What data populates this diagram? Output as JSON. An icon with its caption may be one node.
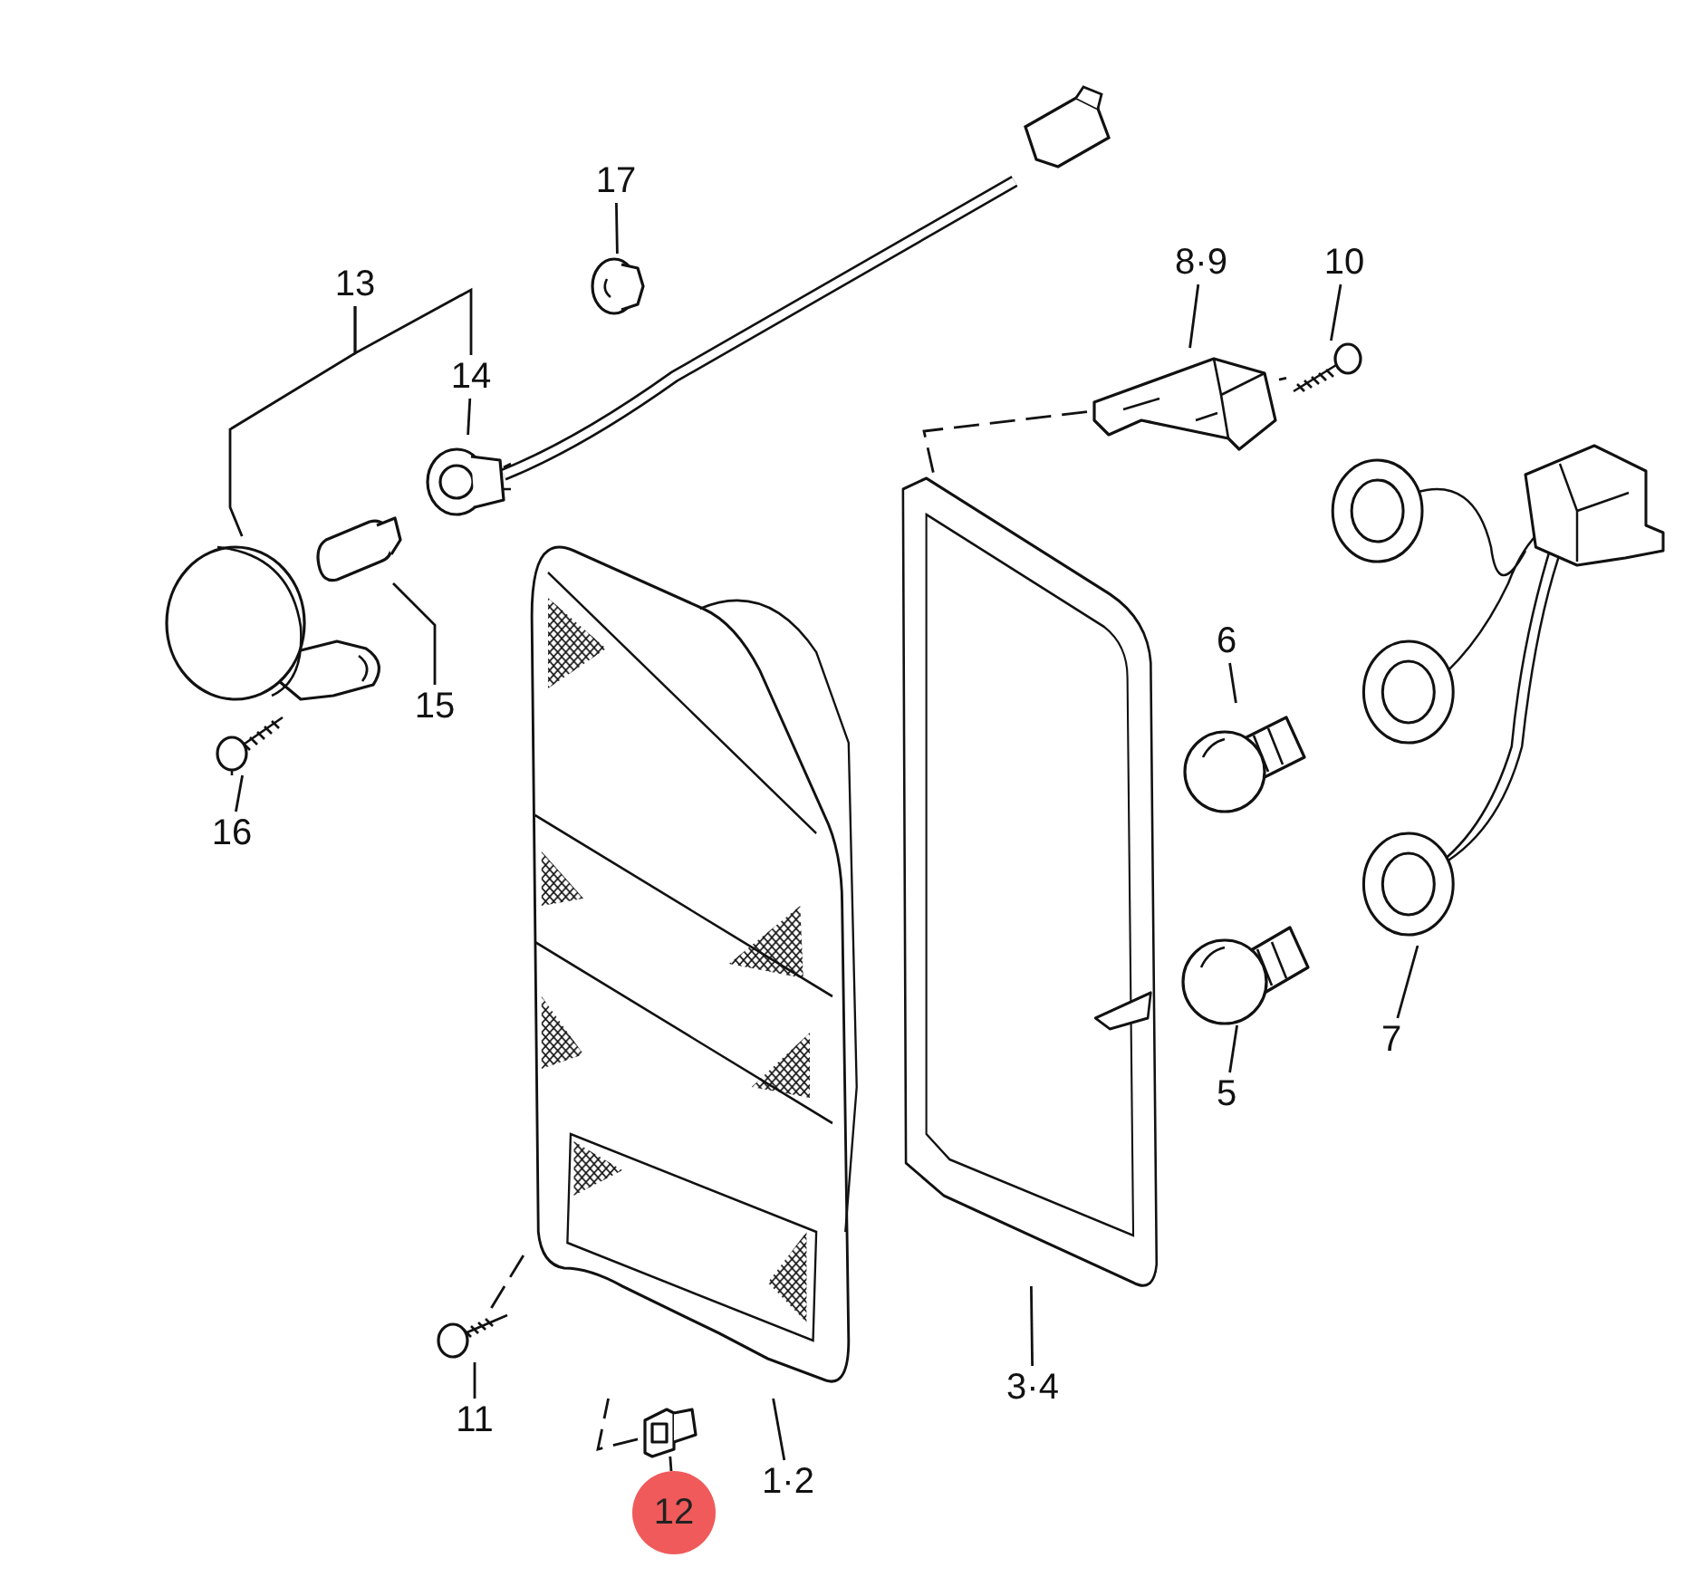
{
  "diagram": {
    "nodes": [
      {
        "text": [
          "17"
        ]
      },
      {
        "text": [
          "13"
        ]
      },
      {
        "text": [
          "8·9"
        ]
      },
      {
        "text": [
          "10"
        ]
      },
      {
        "text": [
          "14"
        ]
      },
      {
        "text": [
          "6"
        ]
      },
      {
        "text": [
          "15"
        ]
      },
      {
        "text": [
          "16"
        ]
      },
      {
        "text": [
          "7"
        ]
      },
      {
        "text": [
          "5"
        ]
      },
      {
        "text": [
          "3·4"
        ]
      },
      {
        "text": [
          "11"
        ]
      },
      {
        "text": [
          "12"
        ]
      },
      {
        "text": [
          "1·2"
        ]
      },
      {
        "text": [],
        "shape": "picture"
      },
      {
        "text": [],
        "shape": "picture"
      },
      {
        "text": [],
        "shape": "picture"
      },
      {
        "text": [],
        "shape": "picture"
      },
      {
        "text": [],
        "shape": "picture"
      },
      {
        "text": [],
        "shape": "picture"
      },
      {
        "text": [],
        "shape": "picture"
      },
      {
        "text": [],
        "shape": "picture"
      },
      {
        "text": [],
        "shape": "picture"
      },
      {
        "text": [],
        "shape": "picture"
      },
      {
        "text": [],
        "shape": "picture"
      },
      {
        "text": [],
        "shape": "picture"
      },
      {
        "text": [],
        "shape": "picture"
      },
      {
        "text": [],
        "shape": "picture"
      }
    ],
    "edges": [
      {
        "from": 0,
        "to": 14,
        "arrow": "none"
      },
      {
        "from": 1,
        "to": 17,
        "arrow": "none"
      },
      {
        "from": 1,
        "to": 4,
        "arrow": "none"
      },
      {
        "from": 4,
        "to": 18,
        "arrow": "none"
      },
      {
        "from": 2,
        "to": 15,
        "arrow": "none"
      },
      {
        "from": 3,
        "to": 16,
        "arrow": "none"
      },
      {
        "from": 5,
        "to": 22,
        "arrow": "none"
      },
      {
        "from": 6,
        "to": 19,
        "arrow": "none"
      },
      {
        "from": 7,
        "to": 20,
        "arrow": "none"
      },
      {
        "from": 8,
        "to": 21,
        "arrow": "none"
      },
      {
        "from": 9,
        "to": 24,
        "arrow": "none"
      },
      {
        "from": 10,
        "to": 23,
        "arrow": "none"
      },
      {
        "from": 11,
        "to": 26,
        "arrow": "none"
      },
      {
        "from": 12,
        "to": 27,
        "arrow": "none"
      },
      {
        "from": 13,
        "to": 25,
        "arrow": "none"
      },
      {
        "from": 16,
        "to": 15,
        "arrow": "none",
        "style": "dashed"
      },
      {
        "from": 15,
        "to": 23,
        "arrow": "none",
        "style": "dashed"
      },
      {
        "from": 26,
        "to": 25,
        "arrow": "none",
        "style": "dashed"
      },
      {
        "from": 27,
        "to": 25,
        "arrow": "none",
        "style": "dashed"
      }
    ]
  }
}
